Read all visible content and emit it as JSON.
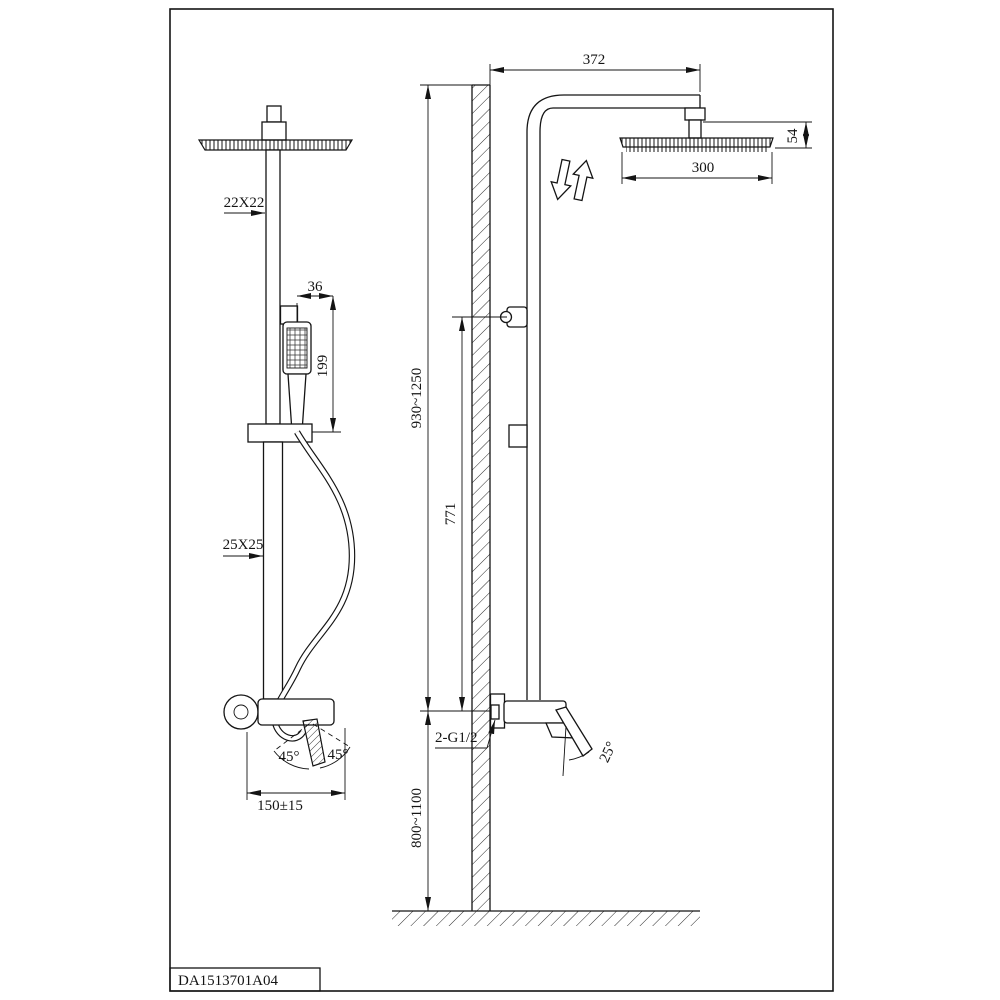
{
  "title_block": {
    "part_number": "DA1513701A04"
  },
  "front_view": {
    "dim_pipe_upper": "22X22",
    "dim_handshower_width": "36",
    "dim_handshower_length": "199",
    "dim_pipe_lower": "25X25",
    "dim_handle_angle_left": "45°",
    "dim_handle_angle_right": "45°",
    "dim_inlet_distance": "150±15"
  },
  "side_view": {
    "dim_arm_reach": "372",
    "dim_head_width": "300",
    "dim_head_thickness": "54",
    "dim_column_height": "930~1250",
    "dim_bracket_height": "771",
    "dim_inlet_thread": "2-G1/2",
    "dim_handle_angle": "25°",
    "dim_valve_height": "800~1100"
  }
}
